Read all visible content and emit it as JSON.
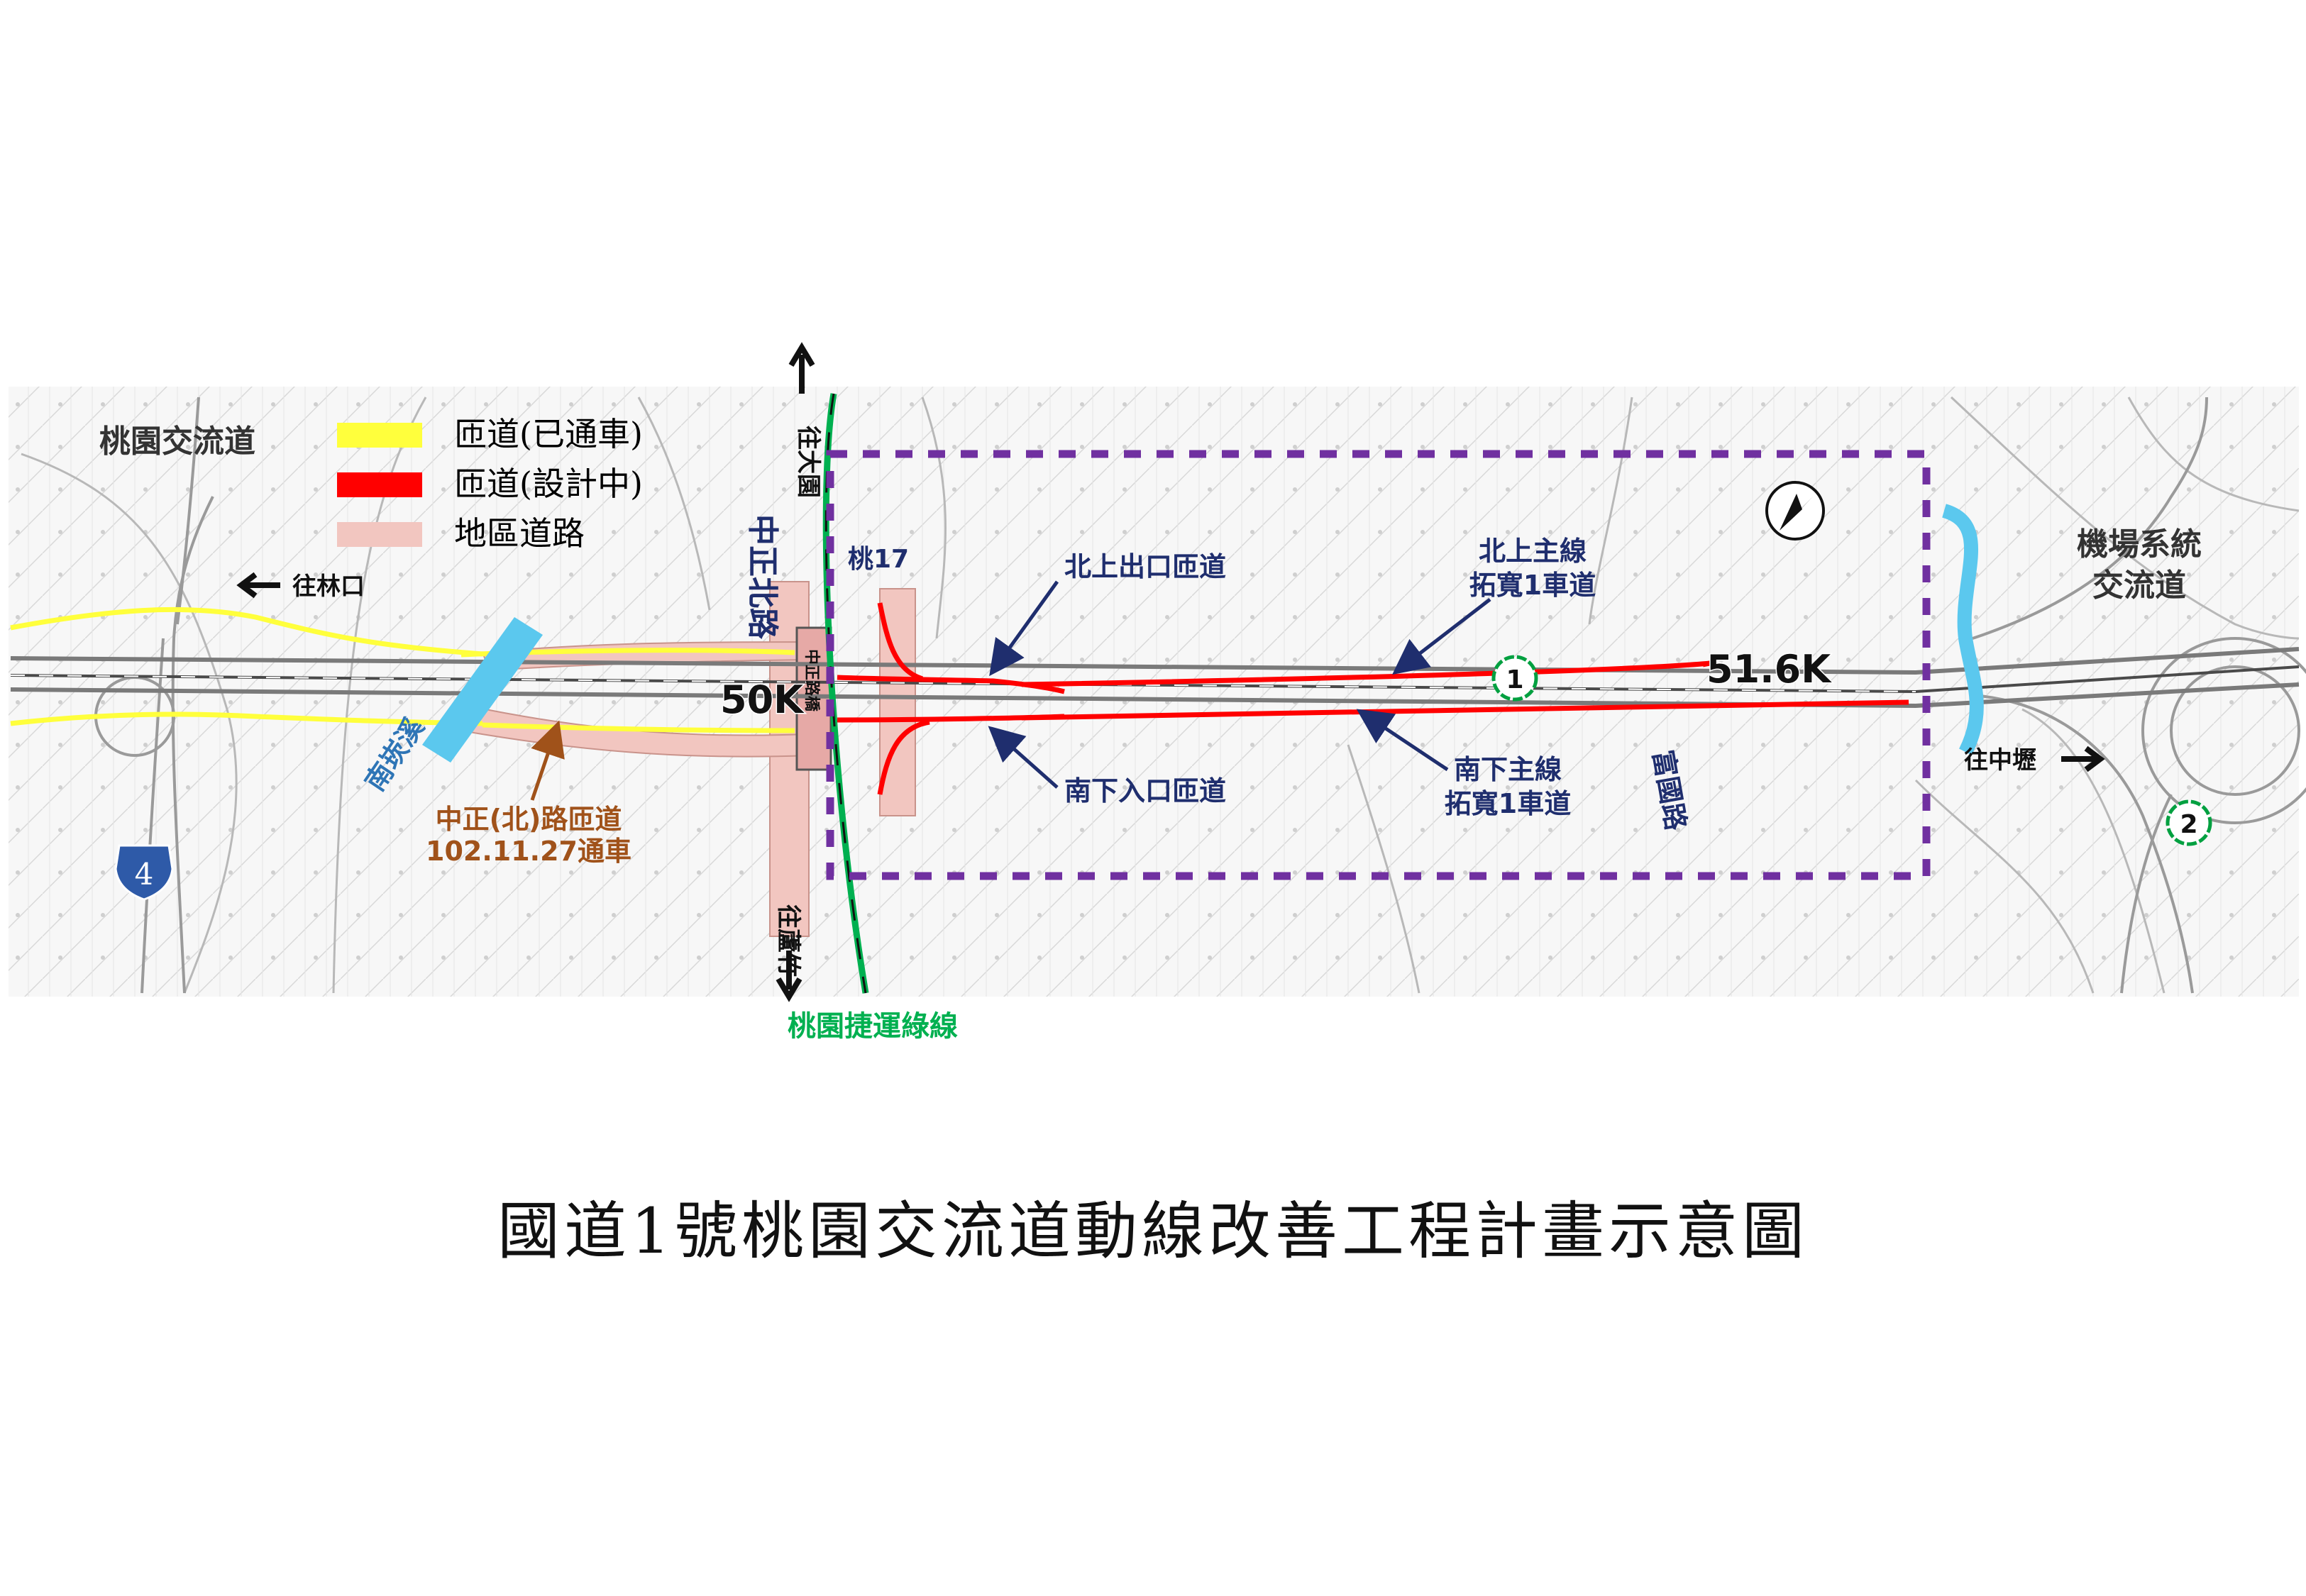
{
  "colors": {
    "ramp_open": "#ffff3c",
    "ramp_design": "#ff0000",
    "local_road": "#f2c6c0",
    "project_box": "#7030a0",
    "mrt_line": "#00b050",
    "river": "#5bc8ee",
    "label_navy": "#1f2e6e",
    "label_brown": "#a0521a"
  },
  "legend": {
    "ramp_open": "匝道(已通車)",
    "ramp_design": "匝道(設計中)",
    "local_road": "地區道路"
  },
  "places": {
    "taoyuan_ic": "桃園交流道",
    "airport_ic_line1": "機場系統",
    "airport_ic_line2": "交流道",
    "to_linkou": "往林口",
    "to_zhongli": "往中壢",
    "to_dayuan": "往大園",
    "to_luzhu": "往蘆竹",
    "zhongzheng_n_rd": "中正北路",
    "tao17": "桃17",
    "zhongzheng_bridge": "中正路橋",
    "nankan_river": "南崁溪",
    "fuguo_rd": "富國路",
    "mrt": "桃園捷運綠線"
  },
  "annotations": {
    "nb_exit": "北上出口匝道",
    "sb_entry": "南下入口匝道",
    "nb_main_1": "北上主線",
    "nb_main_2": "拓寬1車道",
    "sb_main_1": "南下主線",
    "sb_main_2": "拓寬1車道",
    "ramp_done_1": "中正(北)路匝道",
    "ramp_done_2": "102.11.27通車"
  },
  "mileage": {
    "start": "50K",
    "end": "51.6K"
  },
  "markers": {
    "freeway_shield": "4",
    "flower_1": "1",
    "flower_2": "2"
  },
  "caption": "國道1號桃園交流道動線改善工程計畫示意圖"
}
